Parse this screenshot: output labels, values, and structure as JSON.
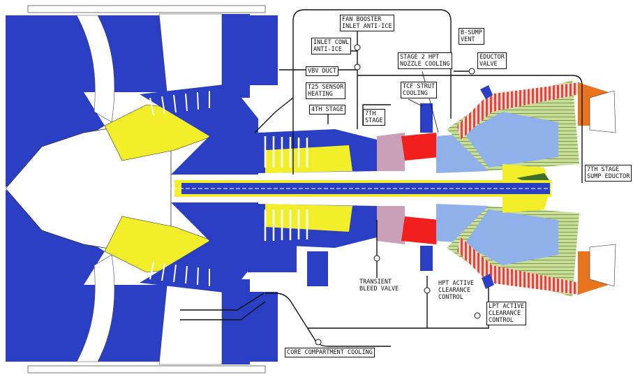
{
  "colors": {
    "fan_blue": "#2b3fc4",
    "yellow": "#f2ee2a",
    "light_blue": "#8fb0e8",
    "mauve": "#c9a0b8",
    "red": "#f21f1f",
    "orange": "#e8741e",
    "green": "#b6d97a",
    "dark_green": "#3e6e2a",
    "line": "#111111"
  },
  "labels": {
    "fan_booster": "FAN BOOSTER\nINLET ANTI-ICE",
    "b_sump_vent": "B-SUMP\nVENT",
    "inlet_cowl": "INLET COWL\nANTI-ICE",
    "stage2_hpt": "STAGE 2 HPT\nNOZZLE COOLING",
    "eductor_valve": "EDUCTOR\nVALVE",
    "vbv_duct": "VBV DUCT",
    "t25_sensor": "T25 SENSOR\nHEATING",
    "tcf_strut": "TCF STRUT\nCOOLING",
    "fourth_stage": "4TH STAGE",
    "seventh_stage": "7TH\nSTAGE",
    "seventh_stage_sump": "7TH STAGE\nSUMP EDUCTOR",
    "transient_bleed": "TRANSIENT\nBLEED VALVE",
    "hpt_active": "HPT ACTIVE\nCLEARANCE\nCONTROL",
    "lpt_active": "LPT ACTIVE\nCLEARANCE\nCONTROL",
    "core_compartment": "CORE COMPARTMENT COOLING"
  }
}
